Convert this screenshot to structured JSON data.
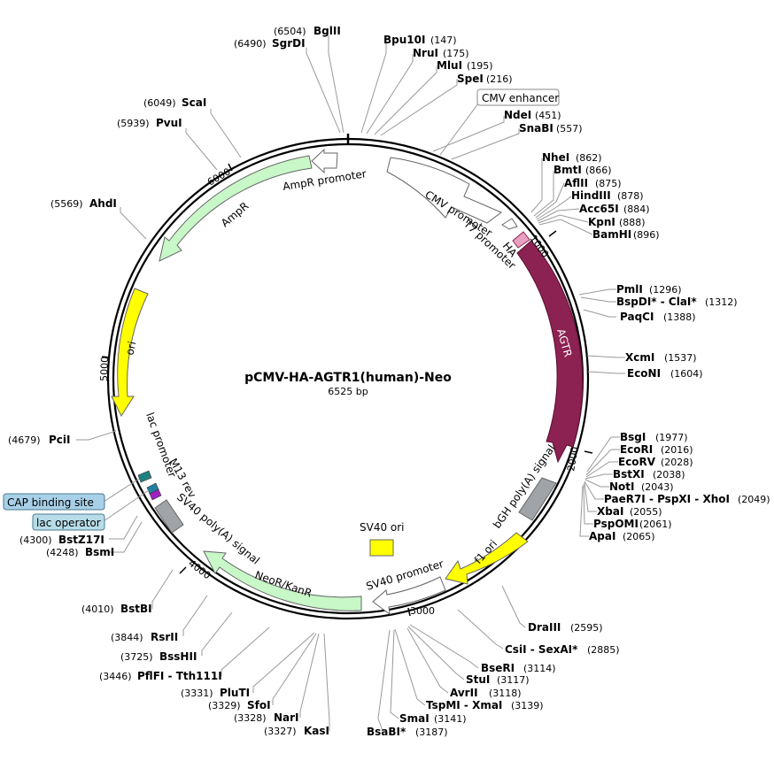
{
  "plasmid": {
    "name": "pCMV-HA-AGTR1(human)-Neo",
    "length_label": "6525  bp",
    "size_bp": 6525
  },
  "colors": {
    "agtr": "#8B2252",
    "cds": "#c8f7c8",
    "ori": "#ffff00",
    "promoter": "#ffffff",
    "polyA": "#a0a4a8",
    "ha": "#e8a0c0",
    "lac_operator_box": "#b8dde8",
    "cap_box": "#a8d0e8"
  },
  "ticks": [
    "1000",
    "2000",
    "3000",
    "4000",
    "5000",
    "6000"
  ],
  "features": [
    {
      "id": "cmv-enhancer",
      "label": "CMV enhancer"
    },
    {
      "id": "cmv-promoter",
      "label": "CMV promoter"
    },
    {
      "id": "t7-promoter",
      "label": "T7 promoter"
    },
    {
      "id": "ha",
      "label": "HA"
    },
    {
      "id": "agtr",
      "label": "AGTR"
    },
    {
      "id": "bgh-polya",
      "label": "bGH poly(A) signal"
    },
    {
      "id": "f1-ori",
      "label": "f1 ori"
    },
    {
      "id": "sv40-ori",
      "label": "SV40 ori"
    },
    {
      "id": "sv40-promoter",
      "label": "SV40 promoter"
    },
    {
      "id": "neor",
      "label": "NeoR/KanR"
    },
    {
      "id": "sv40-polya",
      "label": "SV40 poly(A) signal"
    },
    {
      "id": "m13-rev",
      "label": "M13 rev"
    },
    {
      "id": "lac-promoter",
      "label": "lac promoter"
    },
    {
      "id": "ori",
      "label": "ori"
    },
    {
      "id": "ampr",
      "label": "AmpR"
    },
    {
      "id": "ampr-promoter",
      "label": "AmpR promoter"
    },
    {
      "id": "cap-site",
      "label": "CAP binding site"
    },
    {
      "id": "lac-operator",
      "label": "lac operator"
    }
  ],
  "sites": [
    {
      "name": "BglII",
      "pos": "(6504)"
    },
    {
      "name": "SgrDI",
      "pos": "(6490)"
    },
    {
      "name": "ScaI",
      "pos": "(6049)"
    },
    {
      "name": "PvuI",
      "pos": "(5939)"
    },
    {
      "name": "AhdI",
      "pos": "(5569)"
    },
    {
      "name": "PciI",
      "pos": "(4679)"
    },
    {
      "name": "BstZ17I",
      "pos": "(4300)"
    },
    {
      "name": "BsmI",
      "pos": "(4248)"
    },
    {
      "name": "BstBI",
      "pos": "(4010)"
    },
    {
      "name": "RsrII",
      "pos": "(3844)"
    },
    {
      "name": "BssHII",
      "pos": "(3725)"
    },
    {
      "name": "PflFI - Tth111I",
      "pos": "(3446)"
    },
    {
      "name": "PluTI",
      "pos": "(3331)"
    },
    {
      "name": "SfoI",
      "pos": "(3329)"
    },
    {
      "name": "NarI",
      "pos": "(3328)"
    },
    {
      "name": "KasI",
      "pos": "(3327)"
    },
    {
      "name": "Bpu10I",
      "pos": "(147)"
    },
    {
      "name": "NruI",
      "pos": "(175)"
    },
    {
      "name": "MluI",
      "pos": "(195)"
    },
    {
      "name": "SpeI",
      "pos": "(216)"
    },
    {
      "name": "NdeI",
      "pos": "(451)"
    },
    {
      "name": "SnaBI",
      "pos": "(557)"
    },
    {
      "name": "NheI",
      "pos": "(862)"
    },
    {
      "name": "BmtI",
      "pos": "(866)"
    },
    {
      "name": "AflII",
      "pos": "(875)"
    },
    {
      "name": "HindIII",
      "pos": "(878)"
    },
    {
      "name": "Acc65I",
      "pos": "(884)"
    },
    {
      "name": "KpnI",
      "pos": "(888)"
    },
    {
      "name": "BamHI",
      "pos": "(896)"
    },
    {
      "name": "PmlI",
      "pos": "(1296)"
    },
    {
      "name": "BspDI* - ClaI*",
      "pos": "(1312)"
    },
    {
      "name": "PaqCI",
      "pos": "(1388)"
    },
    {
      "name": "XcmI",
      "pos": "(1537)"
    },
    {
      "name": "EcoNI",
      "pos": "(1604)"
    },
    {
      "name": "BsgI",
      "pos": "(1977)"
    },
    {
      "name": "EcoRI",
      "pos": "(2016)"
    },
    {
      "name": "EcoRV",
      "pos": "(2028)"
    },
    {
      "name": "BstXI",
      "pos": "(2038)"
    },
    {
      "name": "NotI",
      "pos": "(2043)"
    },
    {
      "name": "PaeR7I - PspXI - XhoI",
      "pos": "(2049)"
    },
    {
      "name": "XbaI",
      "pos": "(2055)"
    },
    {
      "name": "PspOMI",
      "pos": "(2061)"
    },
    {
      "name": "ApaI",
      "pos": "(2065)"
    },
    {
      "name": "DraIII",
      "pos": "(2595)"
    },
    {
      "name": "CsiI - SexAI*",
      "pos": "(2885)"
    },
    {
      "name": "BseRI",
      "pos": "(3114)"
    },
    {
      "name": "StuI",
      "pos": "(3117)"
    },
    {
      "name": "AvrII",
      "pos": "(3118)"
    },
    {
      "name": "TspMI - XmaI",
      "pos": "(3139)"
    },
    {
      "name": "SmaI",
      "pos": "(3141)"
    },
    {
      "name": "BsaBI*",
      "pos": "(3187)"
    }
  ]
}
